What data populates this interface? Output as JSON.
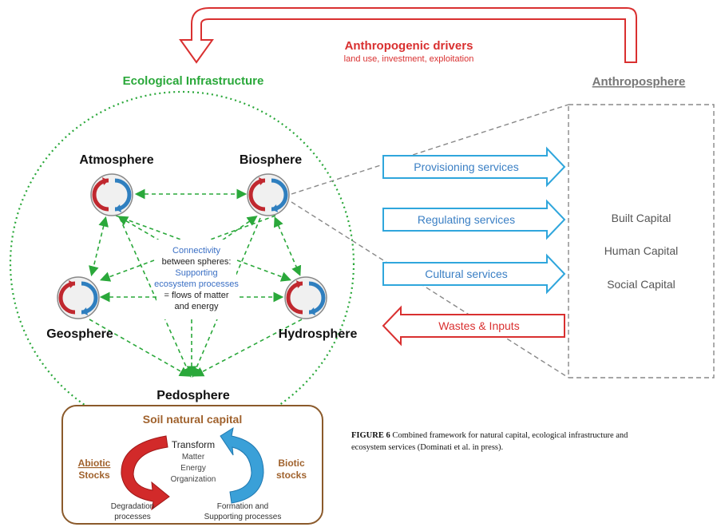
{
  "header": {
    "drivers_title": "Anthropogenic drivers",
    "drivers_sub": "land use, investment, exploitation",
    "eco_infra": "Ecological Infrastructure",
    "anthroposphere": "Anthroposphere"
  },
  "spheres": {
    "atmosphere": "Atmosphere",
    "biosphere": "Biosphere",
    "geosphere": "Geosphere",
    "hydrosphere": "Hydrosphere",
    "pedosphere": "Pedosphere"
  },
  "connectivity": {
    "line1": "Connectivity",
    "line2": "between spheres:",
    "line3": "Supporting",
    "line4": "ecosystem processes",
    "line5": "= flows of  matter",
    "line6": "and energy"
  },
  "services": {
    "provisioning": "Provisioning services",
    "regulating": "Regulating services",
    "cultural": "Cultural services",
    "wastes": "Wastes & Inputs"
  },
  "capitals": {
    "built": "Built Capital",
    "human": "Human Capital",
    "social": "Social Capital"
  },
  "soil": {
    "title": "Soil natural capital",
    "transform": "Transform",
    "matter": "Matter",
    "energy": "Energy",
    "organization": "Organization",
    "abiotic1": "Abiotic",
    "abiotic2": "Stocks",
    "biotic1": "Biotic",
    "biotic2": "stocks",
    "degradation1": "Degradation",
    "degradation2": "processes",
    "formation1": "Formation and",
    "formation2": "Supporting processes"
  },
  "caption": {
    "label": "FIGURE 6",
    "line1": " Combined framework for natural capital, ecological infrastructure and",
    "line2": "ecosystem services (Dominati et al. in press)."
  },
  "colors": {
    "green": "#2aa83a",
    "red": "#d93030",
    "blue": "#2fa6dc",
    "brown": "#8b5a2b"
  }
}
